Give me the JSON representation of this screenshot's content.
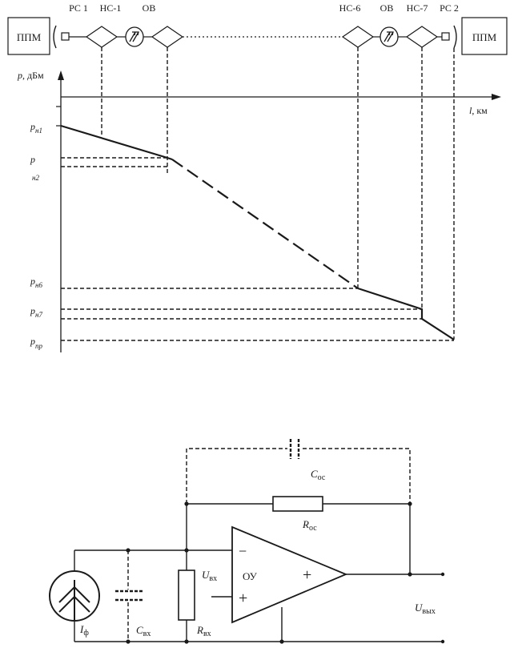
{
  "top": {
    "left_box": "ППМ",
    "right_box": "ППМ",
    "labels": {
      "rs1": "РС 1",
      "ns1": "НС-1",
      "ov1": "ОВ",
      "ns6": "НС-6",
      "ov2": "ОВ",
      "ns7": "НС-7",
      "rs2": "РС 2"
    }
  },
  "plot": {
    "y_label_main": "p",
    "y_label_unit": ", дБм",
    "x_label_main": "l",
    "x_label_unit": ", км",
    "levels": [
      {
        "main": "p",
        "sub": "н1"
      },
      {
        "main": "p",
        "sub": "н2"
      },
      {
        "main": "p",
        "sub": "н6"
      },
      {
        "main": "p",
        "sub": "н7"
      },
      {
        "main": "p",
        "sub": "пр"
      }
    ]
  },
  "circuit": {
    "c_oc": {
      "main": "C",
      "sub": "ос"
    },
    "r_oc": {
      "main": "R",
      "sub": "ос"
    },
    "u_vx": {
      "main": "U",
      "sub": "вх"
    },
    "opamp": "ОУ",
    "plus_out": "+",
    "minus_in": "−",
    "plus_in": "+",
    "i_f": {
      "main": "I",
      "sub": "ф"
    },
    "c_vx": {
      "main": "C",
      "sub": "вх"
    },
    "r_vx": {
      "main": "R",
      "sub": "вх"
    },
    "u_out": {
      "main": "U",
      "sub": "вых"
    }
  }
}
